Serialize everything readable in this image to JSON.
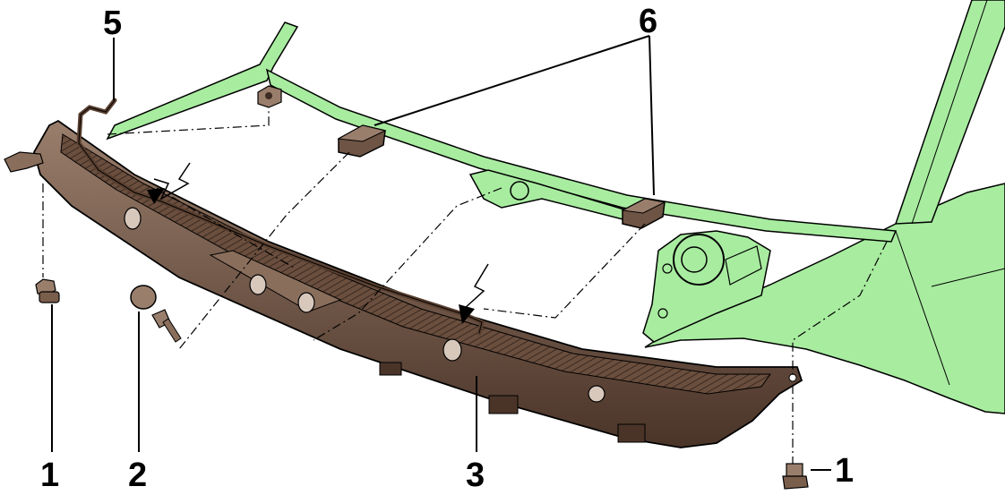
{
  "diagram": {
    "callouts": {
      "nut_left": "1",
      "cap_bolt": "2",
      "cowl_panel": "3",
      "washer_hose": "5",
      "seal_pads": "6",
      "nut_right": "1"
    }
  },
  "colors": {
    "body_green": "#a8eca0",
    "panel_brown": "#6e5444",
    "panel_dark": "#3e2c22",
    "outline": "#000000"
  }
}
